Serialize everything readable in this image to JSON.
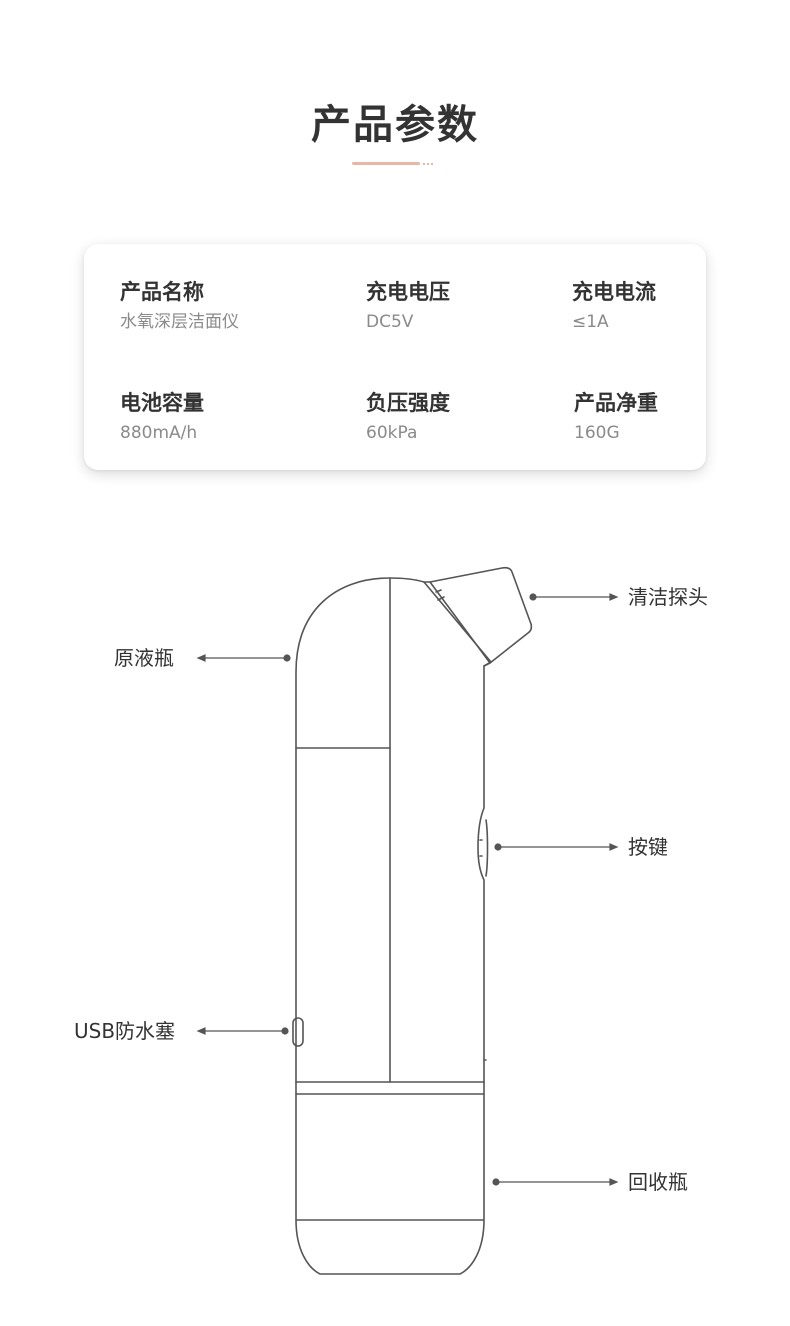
{
  "header": {
    "title": "产品参数"
  },
  "specs": [
    {
      "label": "产品名称",
      "value": "水氧深层洁面仪"
    },
    {
      "label": "充电电压",
      "value": "DC5V"
    },
    {
      "label": "充电电流",
      "value": "≤1A"
    },
    {
      "label": "电池容量",
      "value": "880mA/h"
    },
    {
      "label": "负压强度",
      "value": "60kPa"
    },
    {
      "label": "产品净重",
      "value": "160G"
    }
  ],
  "diagram": {
    "callouts": {
      "cleaning_head": "清洁探头",
      "serum_bottle": "原液瓶",
      "button": "按键",
      "usb_plug": "USB防水塞",
      "recovery_bottle": "回收瓶"
    }
  },
  "colors": {
    "title": "#333333",
    "accent": "#e9b8a4",
    "value_text": "#8a8a8a",
    "line": "#555555"
  }
}
